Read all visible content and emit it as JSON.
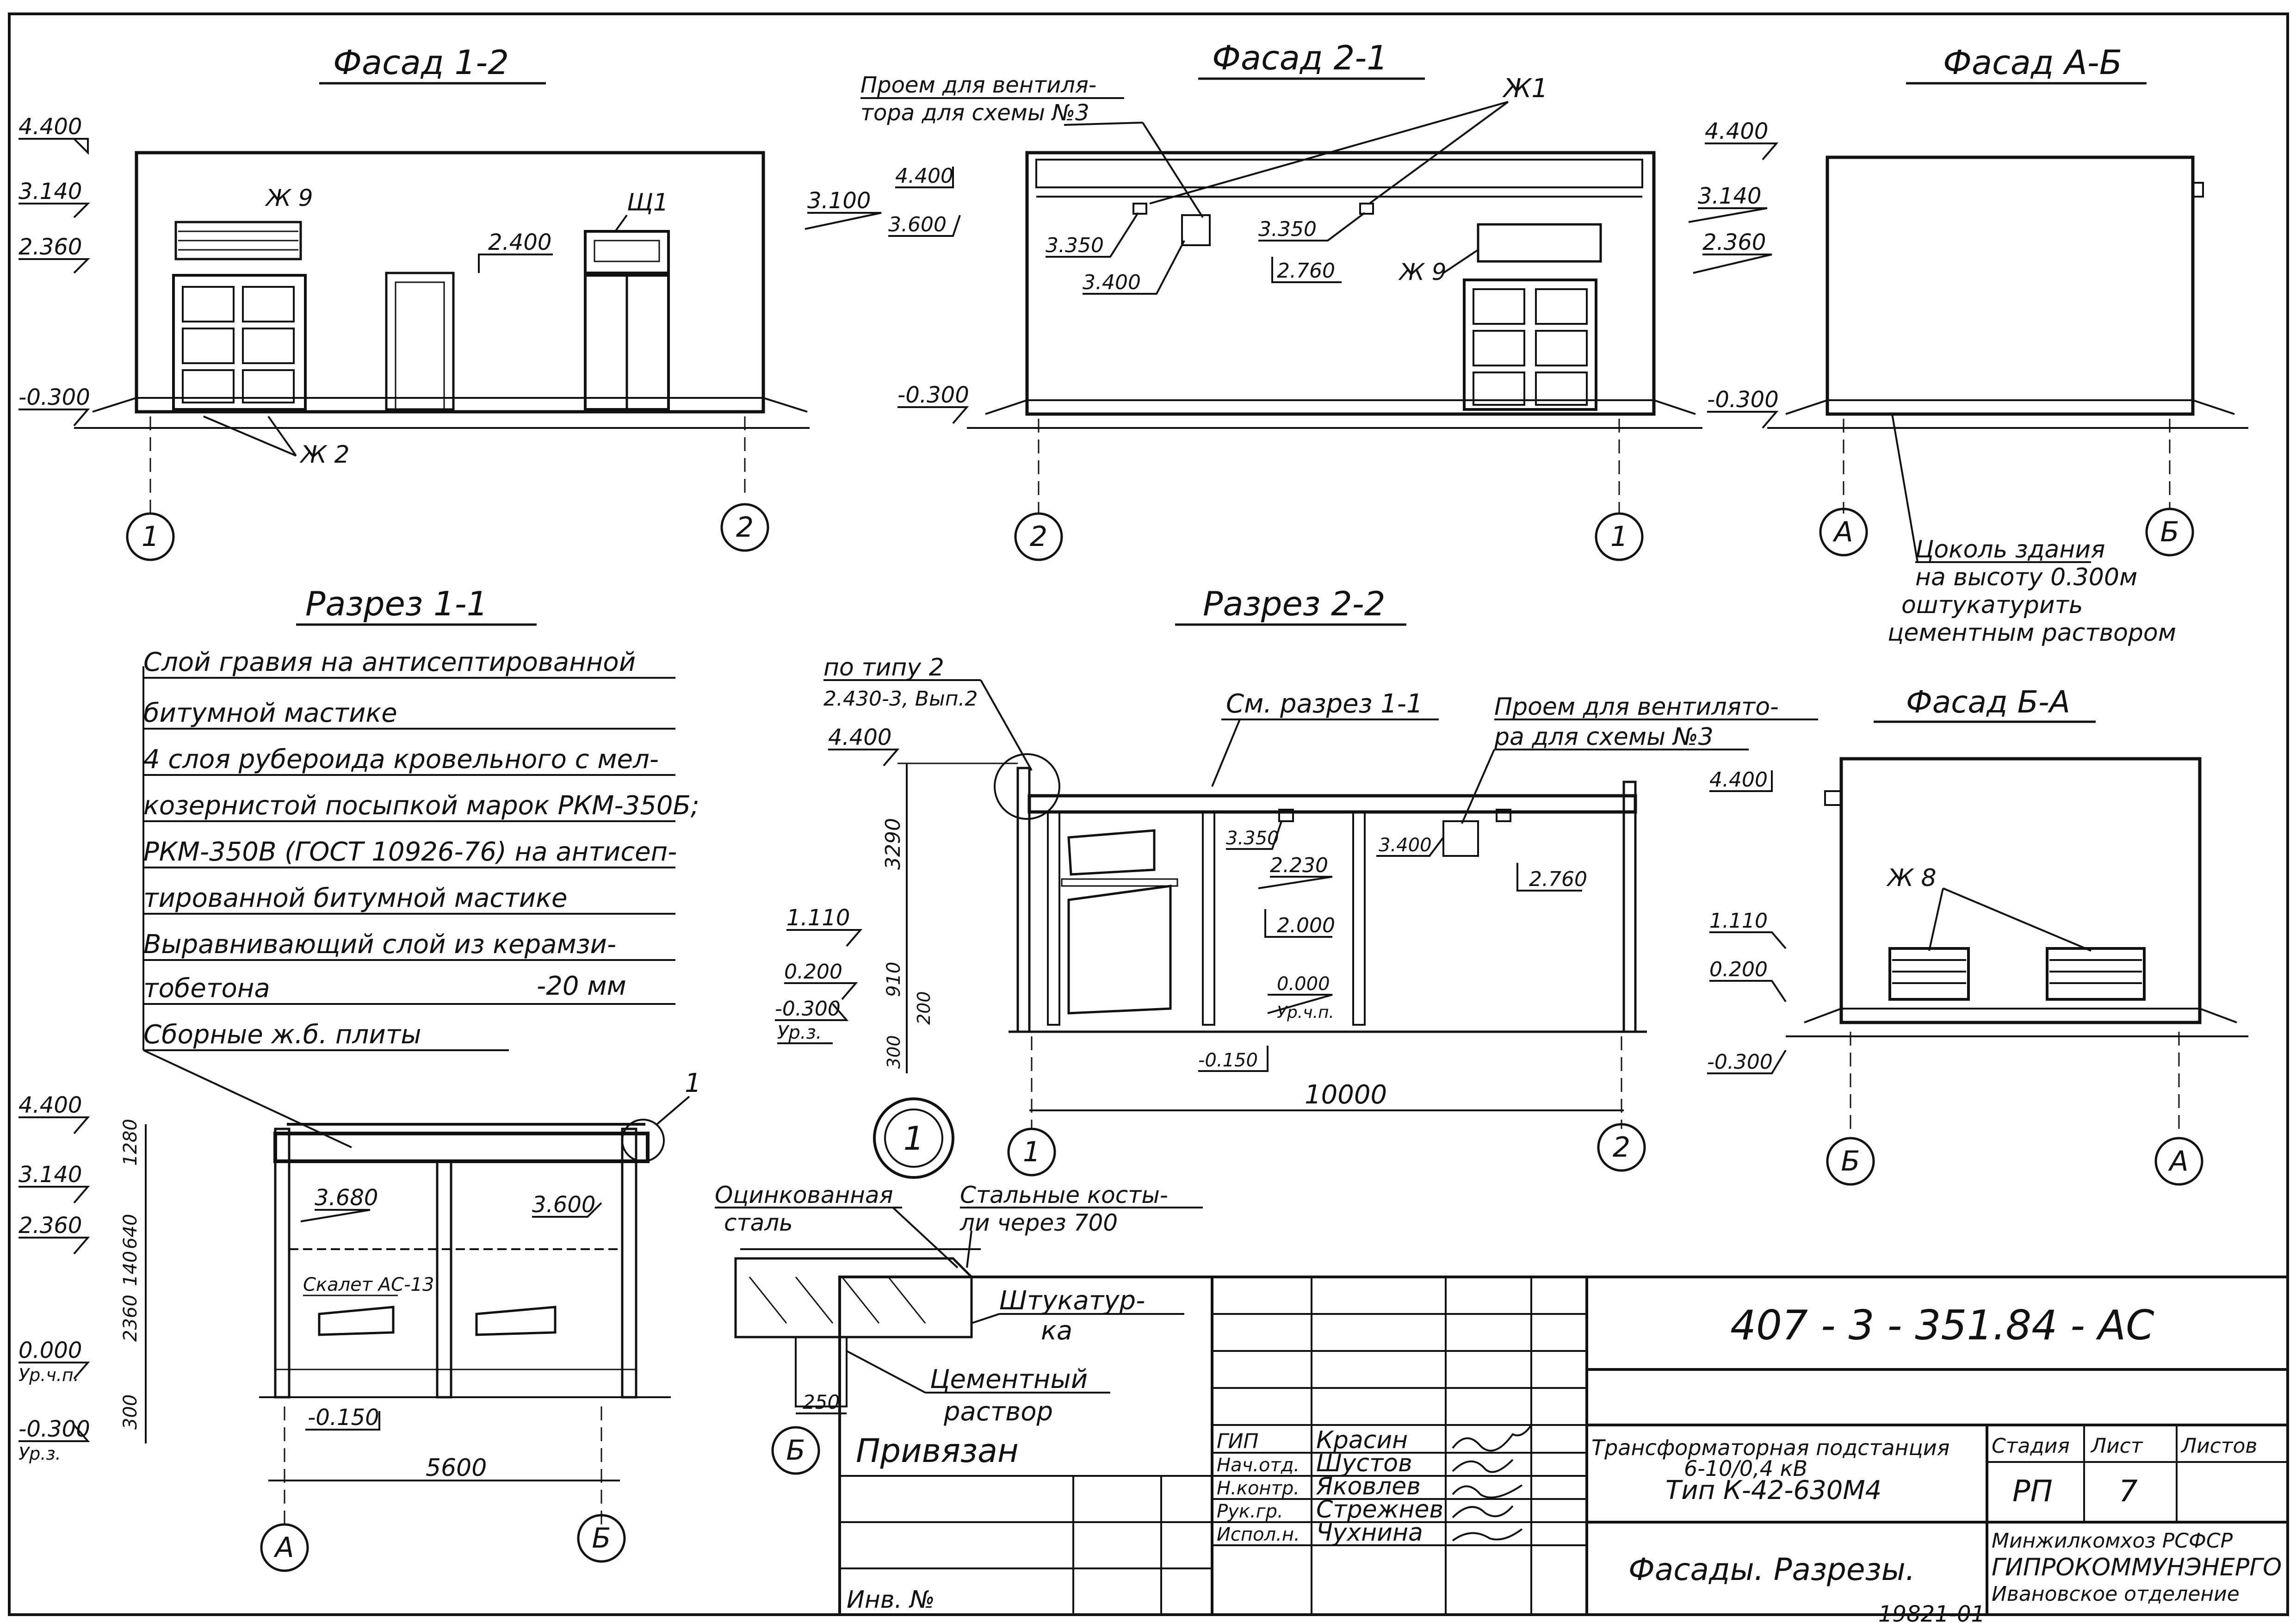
{
  "facades": {
    "f12": {
      "title": "Фасад 1-2",
      "levels": [
        "4.400",
        "3.140",
        "2.360",
        "-0.300"
      ],
      "marks": {
        "zh9": "Ж 9",
        "shch1": "Щ1",
        "zh2": "Ж 2",
        "lvl2400": "2.400",
        "lvl3100": "3.100"
      },
      "axes": [
        "1",
        "2"
      ]
    },
    "f21": {
      "title": "Фасад 2-1",
      "note_vent": [
        "Проем для вентиля-",
        "тора для схемы №3"
      ],
      "levels": [
        "4.400",
        "3.600",
        "3.350",
        "3.400",
        "3.350",
        "2.760",
        "-0.300"
      ],
      "marks": {
        "zh1": "Ж1",
        "zh9": "Ж 9"
      },
      "axes": [
        "2",
        "1"
      ]
    },
    "fab": {
      "title": "Фасад А-Б",
      "levels": [
        "4.400",
        "3.140",
        "2.360",
        "-0.300"
      ],
      "axes": [
        "А",
        "Б"
      ],
      "note": [
        "Цоколь здания",
        "на высоту 0.300м",
        "оштукатурить",
        "цементным раствором"
      ]
    },
    "fba": {
      "title": "Фасад Б-А",
      "levels": [
        "4.400",
        "1.110",
        "0.200",
        "-0.300"
      ],
      "mark": "Ж 8",
      "axes": [
        "Б",
        "А"
      ]
    }
  },
  "sections": {
    "s11": {
      "title": "Разрез 1-1",
      "layers": [
        "Слой гравия на антисептированной",
        "битумной мастике",
        "4 слоя рубероида кровельного с мел-",
        "козернистой посыпкой марок РКМ-350Б;",
        "РКМ-350В (ГОСТ 10926-76) на антисеп-",
        "тированной битумной мастике",
        "Выравнивающий слой из керамзи-",
        "тобетона",
        "-20 мм",
        "Сборные ж.б. плиты"
      ],
      "levels": [
        "4.400",
        "3.140",
        "2.360",
        "0.000",
        "Ур.ч.п.",
        "-0.300",
        "Ур.з."
      ],
      "dims": [
        "1280",
        "640",
        "140",
        "2360",
        "300"
      ],
      "marks": {
        "l3680": "3.680",
        "l3600": "3.600",
        "skylight": "Скалет АС-13",
        "l0150": "-0.150",
        "callout": "1"
      },
      "span": "5600",
      "axes": [
        "А",
        "Б"
      ]
    },
    "s22": {
      "title": "Разрез 2-2",
      "ref": [
        "по типу 2",
        "2.430-3, Вып.2"
      ],
      "see": "См. разрез 1-1",
      "note_vent": [
        "Проем для вентилято-",
        "ра для схемы №3"
      ],
      "levels": [
        "4.400",
        "1.110",
        "0.200",
        "-0.300",
        "Ур.з."
      ],
      "dims": [
        "3290",
        "910",
        "200",
        "300"
      ],
      "marks": {
        "l3350": "3.350",
        "l2230": "2.230",
        "l2000": "2.000",
        "l0000": "0.000",
        "upn": "Ур.ч.п.",
        "l0150": "-0.150",
        "l3400": "3.400",
        "l2760": "2.760"
      },
      "span": "10000",
      "axes": [
        "1",
        "2"
      ],
      "callout": "1"
    },
    "detail": {
      "callout": "Б",
      "labels": [
        "Оцинкованная",
        "сталь",
        "Стальные косты-",
        "ли через 700",
        "Штукатур-",
        "ка",
        "Цементный",
        "раствор"
      ],
      "dim": "250"
    }
  },
  "title_block": {
    "code": "407 - 3 - 351.84 - АС",
    "tied": "Привязан",
    "inv": "Инв. №",
    "roles": [
      "ГИП",
      "Нач.отд.",
      "Н.контр.",
      "Рук.гр.",
      "Испол.н."
    ],
    "names": [
      "Красин",
      "Шустов",
      "Яковлев",
      "Стрежнев",
      "Чухнина"
    ],
    "project": [
      "Трансформаторная подстанция",
      "6-10/0,4 кВ",
      "Тип К-42-630М4"
    ],
    "sheet_title": "Фасады. Разрезы.",
    "head": {
      "stage": "Стадия",
      "sheet": "Лист",
      "sheets": "Листов"
    },
    "values": {
      "stage": "РП",
      "sheet": "7"
    },
    "org": [
      "Минжилкомхоз РСФСР",
      "ГИПРОКОММУНЭНЕРГО",
      "Ивановское отделение"
    ],
    "number": "19821-01"
  }
}
